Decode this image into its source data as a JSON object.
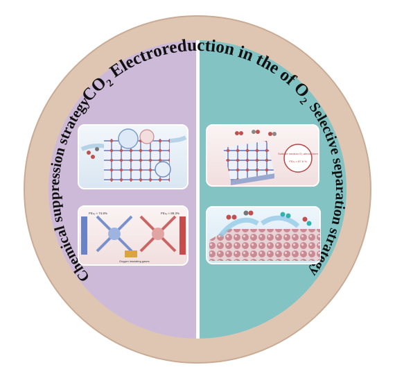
{
  "title": {
    "prefix": "CO",
    "prefix_sub": "2",
    "main": " Electroreduction in the of O",
    "suffix_sub": "2"
  },
  "left_label": "Chemical suppression strategy",
  "right_label": "Selective separation strategy",
  "colors": {
    "ring": "#dfc6b2",
    "ring_edge": "#c9ab95",
    "left_panel": "#cdb9d8",
    "right_panel": "#84c3c4",
    "divider": "#ffffff",
    "text": "#111111"
  },
  "panels": [
    {
      "name": "left-top",
      "labels": []
    },
    {
      "name": "left-bottom",
      "labels": [
        "FEₕₒ ≈ 74.8%",
        "FEₕₒ ≈ 89.3%",
        "Oxygen insulating gases"
      ]
    },
    {
      "name": "right-top",
      "labels": [
        "Suitable medium O₂ atmosphere",
        "FEₕₒ = 87.6 %"
      ]
    },
    {
      "name": "right-bottom",
      "labels": []
    }
  ]
}
